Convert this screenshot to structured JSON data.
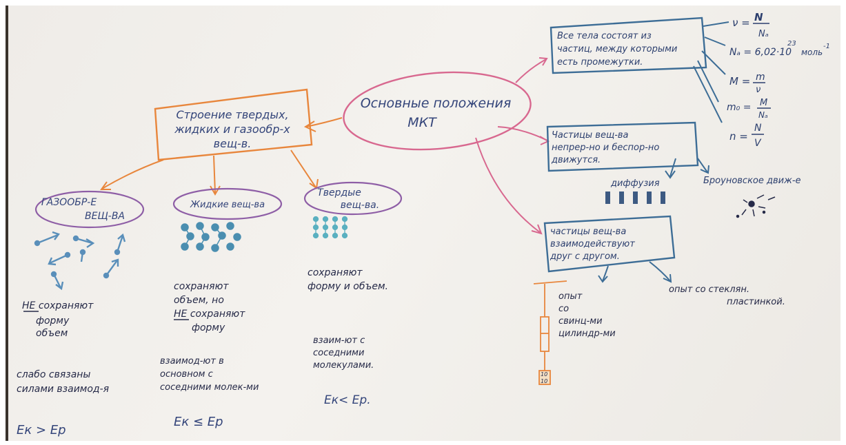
{
  "center": {
    "lines": [
      "Основные положения",
      "МКТ"
    ]
  },
  "structure": {
    "lines": [
      "Строение твердых,",
      "жидких и газообр-х",
      "вещ-в."
    ]
  },
  "states": {
    "gas": {
      "label_lines": [
        "ГАЗООБР-Е",
        "ВЕЩ-ВА"
      ],
      "keep_lines": [
        "НЕ сохраняют",
        "форму",
        "объем"
      ],
      "bond_lines": [
        "слабо связаны",
        "силами взаимод-я"
      ],
      "energy": "Eк > Ep"
    },
    "liquid": {
      "label_lines": [
        "Жидкие вещ-ва"
      ],
      "keep_lines": [
        "сохраняют",
        "объем, но",
        "НЕ сохраняют",
        "форму"
      ],
      "bond_lines": [
        "взаимод-ют в",
        "основном с",
        "соседними молек-ми"
      ],
      "energy": "Eк ≤ Ep"
    },
    "solid": {
      "label_lines": [
        "Твердые",
        "вещ-ва."
      ],
      "keep_lines": [
        "сохраняют",
        "форму и объем."
      ],
      "bond_lines": [
        "взаим-ют с",
        "соседними",
        "молекулами."
      ],
      "energy": "Eк< Ep."
    }
  },
  "postulates": {
    "p1": [
      "Все тела состоят из",
      "частиц, между которыми",
      "есть промежутки."
    ],
    "p2": [
      "Частицы вещ-ва",
      "непрер-но и беспор-но",
      "движутся."
    ],
    "p3": [
      "частицы вещ-ва",
      "взаимодействуют",
      "друг с другом."
    ]
  },
  "formulas": [
    "ν = N/Nₐ",
    "Nₐ = 6,02·10²³ моль⁻¹",
    "M = m/ν",
    "m₀ = M/Nₐ",
    "n = N/V"
  ],
  "formula_parts": {
    "nu": "ν =",
    "N": "N",
    "Na": "Nₐ",
    "na_eq": "Nₐ = 6,02·10",
    "exp23": "23",
    "mol": "моль",
    "minus1": "-1",
    "M_eq": "M =",
    "m": "m",
    "nu_den": "ν",
    "m0_eq": "m₀ =",
    "M": "M",
    "Na2": "Nₐ",
    "n_eq": "n =",
    "N2": "N",
    "V": "V"
  },
  "motion": {
    "diffusion": "диффузия",
    "brownian": "Броуновское движ-е"
  },
  "experiments": {
    "lead": [
      "опыт",
      "со",
      "свинц-ми",
      "цилиндр-ми"
    ],
    "glass": [
      "опыт со стеклян.",
      "пластинкой."
    ],
    "weight": [
      "10",
      "10"
    ]
  },
  "colors": {
    "pink": "#d8688f",
    "orange": "#e8863c",
    "purple": "#8e5ea6",
    "blue": "#3d6d96",
    "navy": "#2c3f6e",
    "teal": "#3a8fa8",
    "lightblue": "#5a8fba"
  }
}
